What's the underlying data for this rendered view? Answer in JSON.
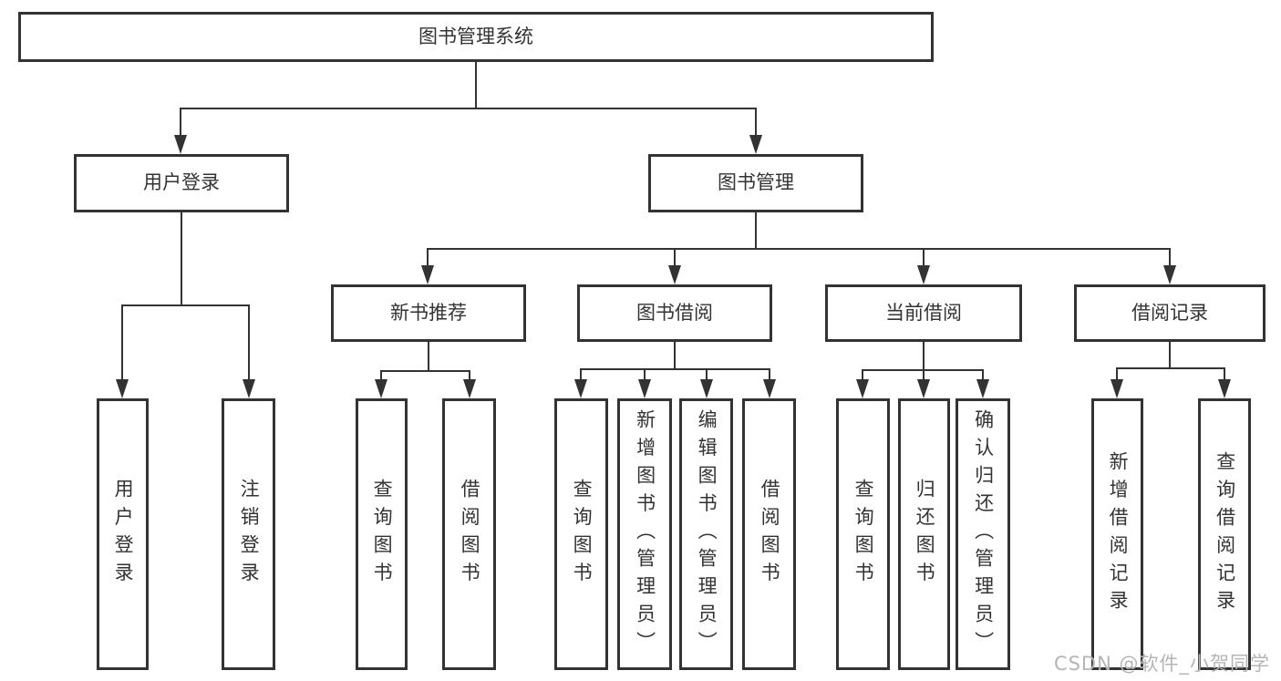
{
  "tree": {
    "root": {
      "label": "图书管理系统"
    },
    "level2": [
      {
        "label": "用户登录"
      },
      {
        "label": "图书管理"
      }
    ],
    "level3": [
      {
        "label": "新书推荐"
      },
      {
        "label": "图书借阅"
      },
      {
        "label": "当前借阅"
      },
      {
        "label": "借阅记录"
      }
    ],
    "leaves": [
      {
        "label": "用户登录"
      },
      {
        "label": "注销登录"
      },
      {
        "label": "查询图书"
      },
      {
        "label": "借阅图书"
      },
      {
        "label": "查询图书"
      },
      {
        "label": "新增图书（管理员）"
      },
      {
        "label": "编辑图书（管理员）"
      },
      {
        "label": "借阅图书"
      },
      {
        "label": "查询图书"
      },
      {
        "label": "归还图书"
      },
      {
        "label": "确认归还（管理员）"
      },
      {
        "label": "新增借阅记录"
      },
      {
        "label": "查询借阅记录"
      }
    ]
  },
  "watermark": "CSDN @软件_小贺同学",
  "colors": {
    "line": "#333333",
    "border": "#333333",
    "text": "#333333",
    "watermark": "#b5b5b5",
    "background": "#ffffff"
  }
}
